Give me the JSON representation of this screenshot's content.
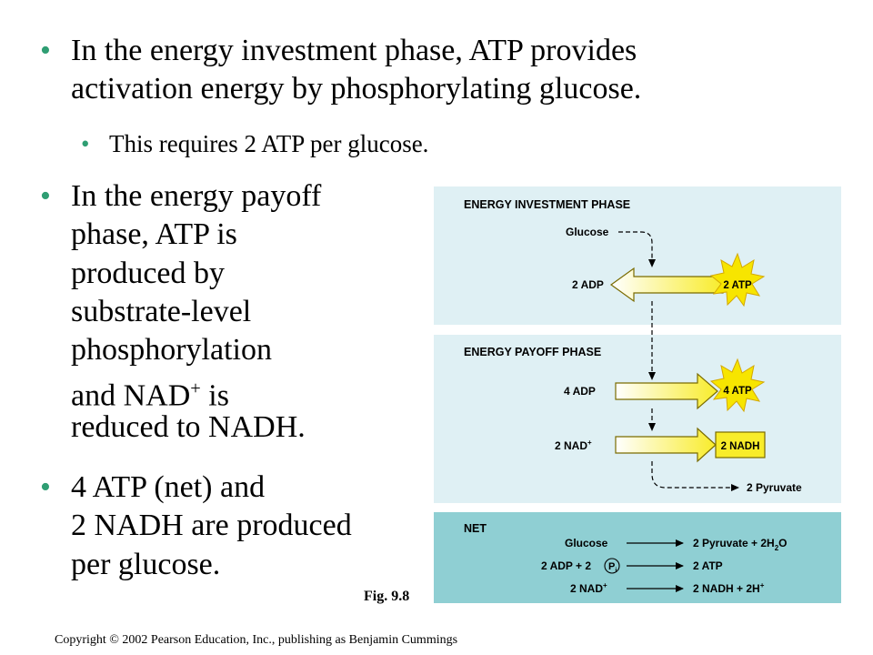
{
  "bullets": {
    "b1": {
      "line1": "In the energy investment phase, ATP provides",
      "line2": "activation energy by phosphorylating glucose."
    },
    "b1sub": "This requires 2 ATP per glucose.",
    "b2": {
      "l1": "In the energy payoff",
      "l2": "phase, ATP is",
      "l3": "produced by",
      "l4": "substrate-level",
      "l5": "phosphorylation",
      "l6a": "and NAD",
      "l6sup": "+",
      "l6b": " is",
      "l7": "reduced to NADH."
    },
    "b3": {
      "l1": "4 ATP (net) and",
      "l2": "2 NADH are produced",
      "l3": "per glucose."
    }
  },
  "figure": {
    "investment": {
      "title": "ENERGY INVESTMENT PHASE",
      "glucose": "Glucose",
      "adp": "2 ADP",
      "atp": "2 ATP"
    },
    "payoff": {
      "title": "ENERGY PAYOFF PHASE",
      "adp": "4 ADP",
      "atp": "4 ATP",
      "nad": "2 NAD",
      "nad_sup": "+",
      "nadh": "2 NADH",
      "pyruvate": "2 Pyruvate"
    },
    "net": {
      "title": "NET",
      "r1_left": "Glucose",
      "r1_right_a": "2 Pyruvate + 2H",
      "r1_right_sub": "2",
      "r1_right_b": "O",
      "r2_left": "2 ADP + 2",
      "r2_p": "P",
      "r2_p_sub": "i",
      "r2_right": "2 ATP",
      "r3_left": "2 NAD",
      "r3_left_sup": "+",
      "r3_right_a": "2 NADH + 2H",
      "r3_right_sup": "+"
    },
    "colors": {
      "panel_light": "#dff0f4",
      "panel_dark": "#8fcfd3",
      "arrow_yellow": "#f8ec2a",
      "star_yellow": "#f7e500",
      "bullet_green": "#2f9e73"
    }
  },
  "fig_label": "Fig. 9.8",
  "copyright": "Copyright © 2002 Pearson Education, Inc., publishing as Benjamin Cummings"
}
